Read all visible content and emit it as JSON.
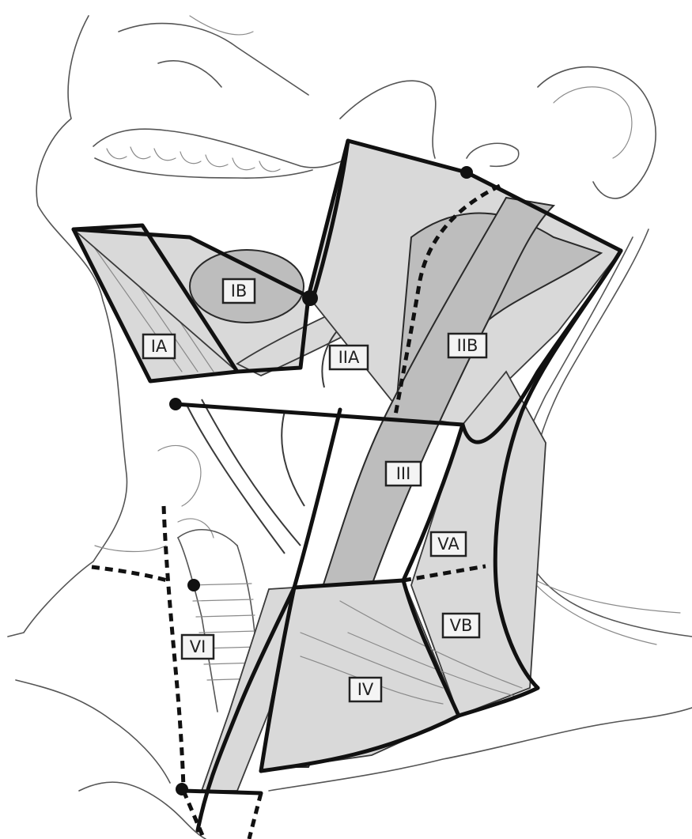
{
  "levels": {
    "IA": "IA",
    "IB": "IB",
    "IIA": "IIA",
    "IIB": "IIB",
    "III": "III",
    "IV": "IV",
    "VA": "VA",
    "VB": "VB",
    "VI": "VI"
  }
}
